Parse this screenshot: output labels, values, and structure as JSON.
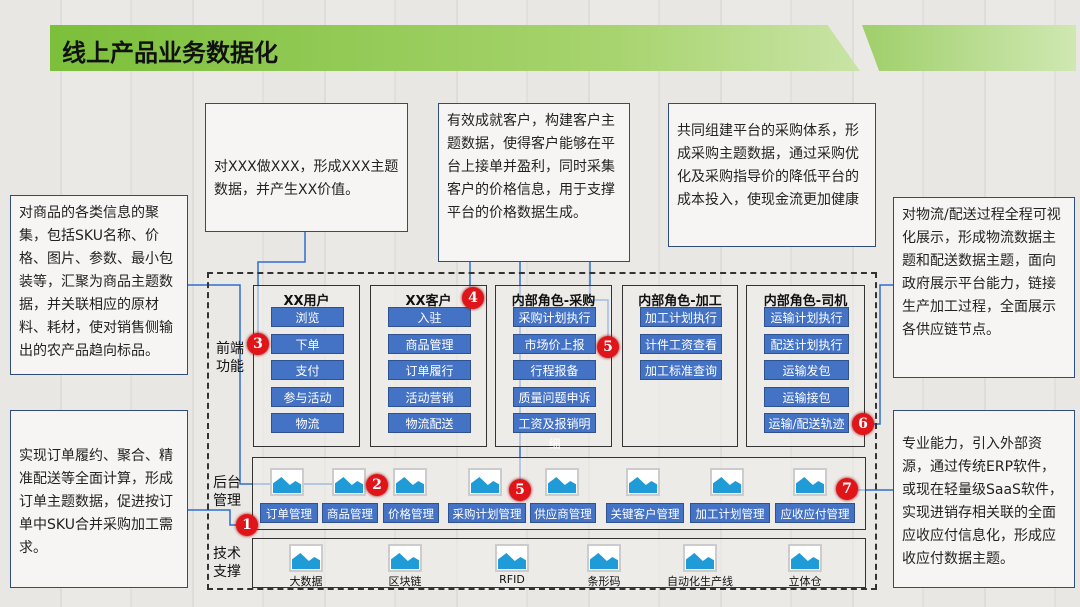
{
  "title": "线上产品业务数据化",
  "notes": {
    "left_top": "对商品的各类信息的聚集，包括SKU名称、价格、图片、参数、最小包装等，汇聚为商品主题数据，并关联相应的原材料、耗材，使对销售侧输出的农产品趋向标品。",
    "left_bottom": "实现订单履约、聚合、精准配送等全面计算，形成订单主题数据，促进按订单中SKU合并采购加工需求。",
    "top_1": "对XXX做XXX，形成XXX主题数据，并产生XX价值。",
    "top_2": "有效成就客户，构建客户主题数据，使得客户能够在平台上接单并盈利，同时采集客户的价格信息，用于支撑平台的价格数据生成。",
    "top_3": "共同组建平台的采购体系，形成采购主题数据，通过采购优化及采购指导价的降低平台的成本投入，使现金流更加健康",
    "right_top": "对物流/配送过程全程可视化展示，形成物流数据主题和配送数据主题，面向政府展示平台能力，链接生产加工过程，全面展示各供应链节点。",
    "right_bottom": "专业能力，引入外部资源，通过传统ERP软件，或现在轻量级SaaS软件，实现进销存相关联的全面应收应付信息化，形成应收应付数据主题。"
  },
  "sections": {
    "frontend": "前端功能",
    "backend": "后台管理",
    "tech": "技术支撑"
  },
  "panels": [
    {
      "title": "XX用户",
      "items": [
        "浏览",
        "下单",
        "支付",
        "参与活动",
        "物流"
      ]
    },
    {
      "title": "XX客户",
      "items": [
        "入驻",
        "商品管理",
        "订单履行",
        "活动营销",
        "物流配送"
      ]
    },
    {
      "title": "内部角色-采购",
      "items": [
        "采购计划执行",
        "市场价上报",
        "行程报备",
        "质量问题申诉",
        "工资及报销明细"
      ]
    },
    {
      "title": "内部角色-加工",
      "items": [
        "加工计划执行",
        "计件工资查看",
        "加工标准查询"
      ]
    },
    {
      "title": "内部角色-司机",
      "items": [
        "运输计划执行",
        "配送计划执行",
        "运输发包",
        "运输接包",
        "运输/配送轨迹"
      ]
    }
  ],
  "backend_items": [
    "订单管理",
    "商品管理",
    "价格管理",
    "采购计划管理",
    "供应商管理",
    "关键客户管理",
    "加工计划管理",
    "应收应付管理"
  ],
  "tech_items": [
    "大数据",
    "区块链",
    "RFID",
    "条形码",
    "自动化生产线",
    "立体仓"
  ],
  "badges": [
    "1",
    "2",
    "3",
    "4",
    "5",
    "5",
    "6",
    "7"
  ],
  "colors": {
    "accent_green": "#7bbf3a",
    "button_blue": "#4472c4",
    "badge_red": "#e0151a",
    "line_blue": "#2f6fd0"
  }
}
